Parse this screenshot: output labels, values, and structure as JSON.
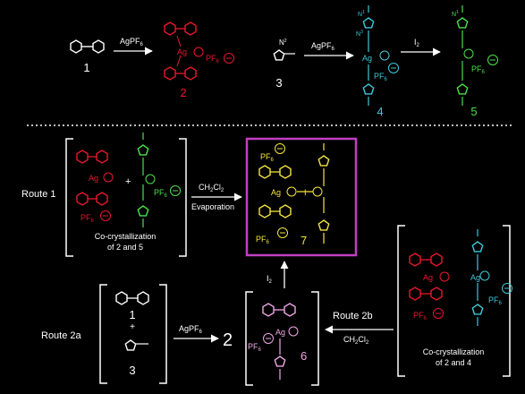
{
  "colors": {
    "background": "#000000",
    "white": "#ffffff",
    "red": "#e8192c",
    "cyan": "#3ec7d8",
    "green": "#4be04b",
    "yellow": "#f5e53c",
    "magenta": "#c23fc2",
    "pink": "#f0a6e6"
  },
  "top_row": {
    "cmpd1": "1",
    "cmpd2": "2",
    "cmpd3": "3",
    "cmpd4": "4",
    "cmpd5": "5",
    "reagent_a": "AgPF",
    "reagent_a_sub": "6",
    "reagent_b": "AgPF",
    "reagent_b_sub": "6",
    "reagent_c": "I",
    "reagent_c_sub": "2",
    "ag": "Ag",
    "pf6": "PF",
    "pf6_sub": "6",
    "n_label": "N",
    "n1": "1",
    "n2": "2",
    "n3": "3",
    "iodine": "I"
  },
  "route1": {
    "label": "Route 1",
    "bracket_caption_line1": "Co-crystallization",
    "bracket_caption_line2": "of 2 and 5",
    "plus": "+",
    "solvent": "CH",
    "solvent_sub": "2",
    "solvent_tail": "Cl",
    "solvent_tail_sub": "2",
    "condition": "Evaporation",
    "product": "7"
  },
  "route2a": {
    "label": "Route 2a",
    "cmpd1": "1",
    "plus": "+",
    "cmpd3": "3",
    "reagent": "AgPF",
    "reagent_sub": "6",
    "result": "2"
  },
  "route2b": {
    "label": "Route 2b",
    "solvent": "CH",
    "solvent_sub": "2",
    "solvent_tail": "Cl",
    "solvent_tail_sub": "2",
    "bracket_caption_line1": "Co-crystallization",
    "bracket_caption_line2": "of 2 and 4"
  },
  "intermediate": {
    "label": "6",
    "iodine_step": "I",
    "iodine_step_sub": "2"
  }
}
